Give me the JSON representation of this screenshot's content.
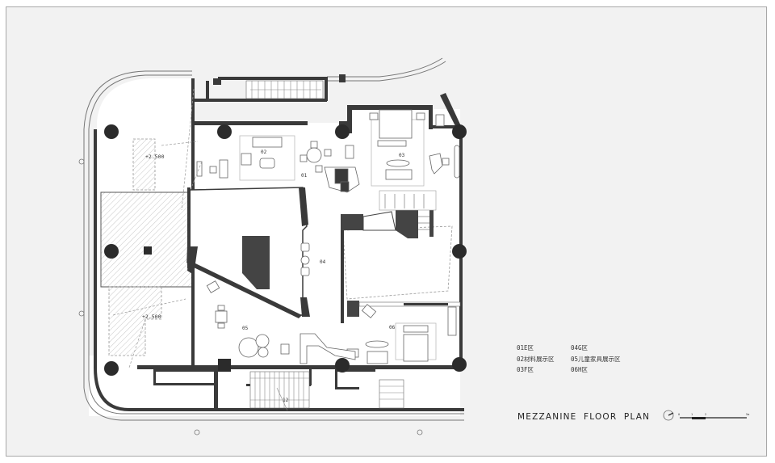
{
  "drawing": {
    "title": "MEZZANINE FLOOR PLAN",
    "background": "#f2f2f2",
    "wall_color": "#3a3a3a",
    "column_color": "#2b2b2b"
  },
  "legend": {
    "left_column": [
      "01E区",
      "02材料展示区",
      "03F区"
    ],
    "right_column": [
      "04G区",
      "05儿童家具展示区",
      "06H区"
    ]
  },
  "room_labels": {
    "r01": "01",
    "r02": "02",
    "r03": "03",
    "r04": "04",
    "r05": "05",
    "r06": "06"
  },
  "elevations": {
    "upper": "+2.500",
    "lower": "+2.500"
  },
  "stair_label": "12",
  "scale_bar": {
    "ticks": [
      "0",
      "1",
      "2",
      "5m"
    ]
  }
}
